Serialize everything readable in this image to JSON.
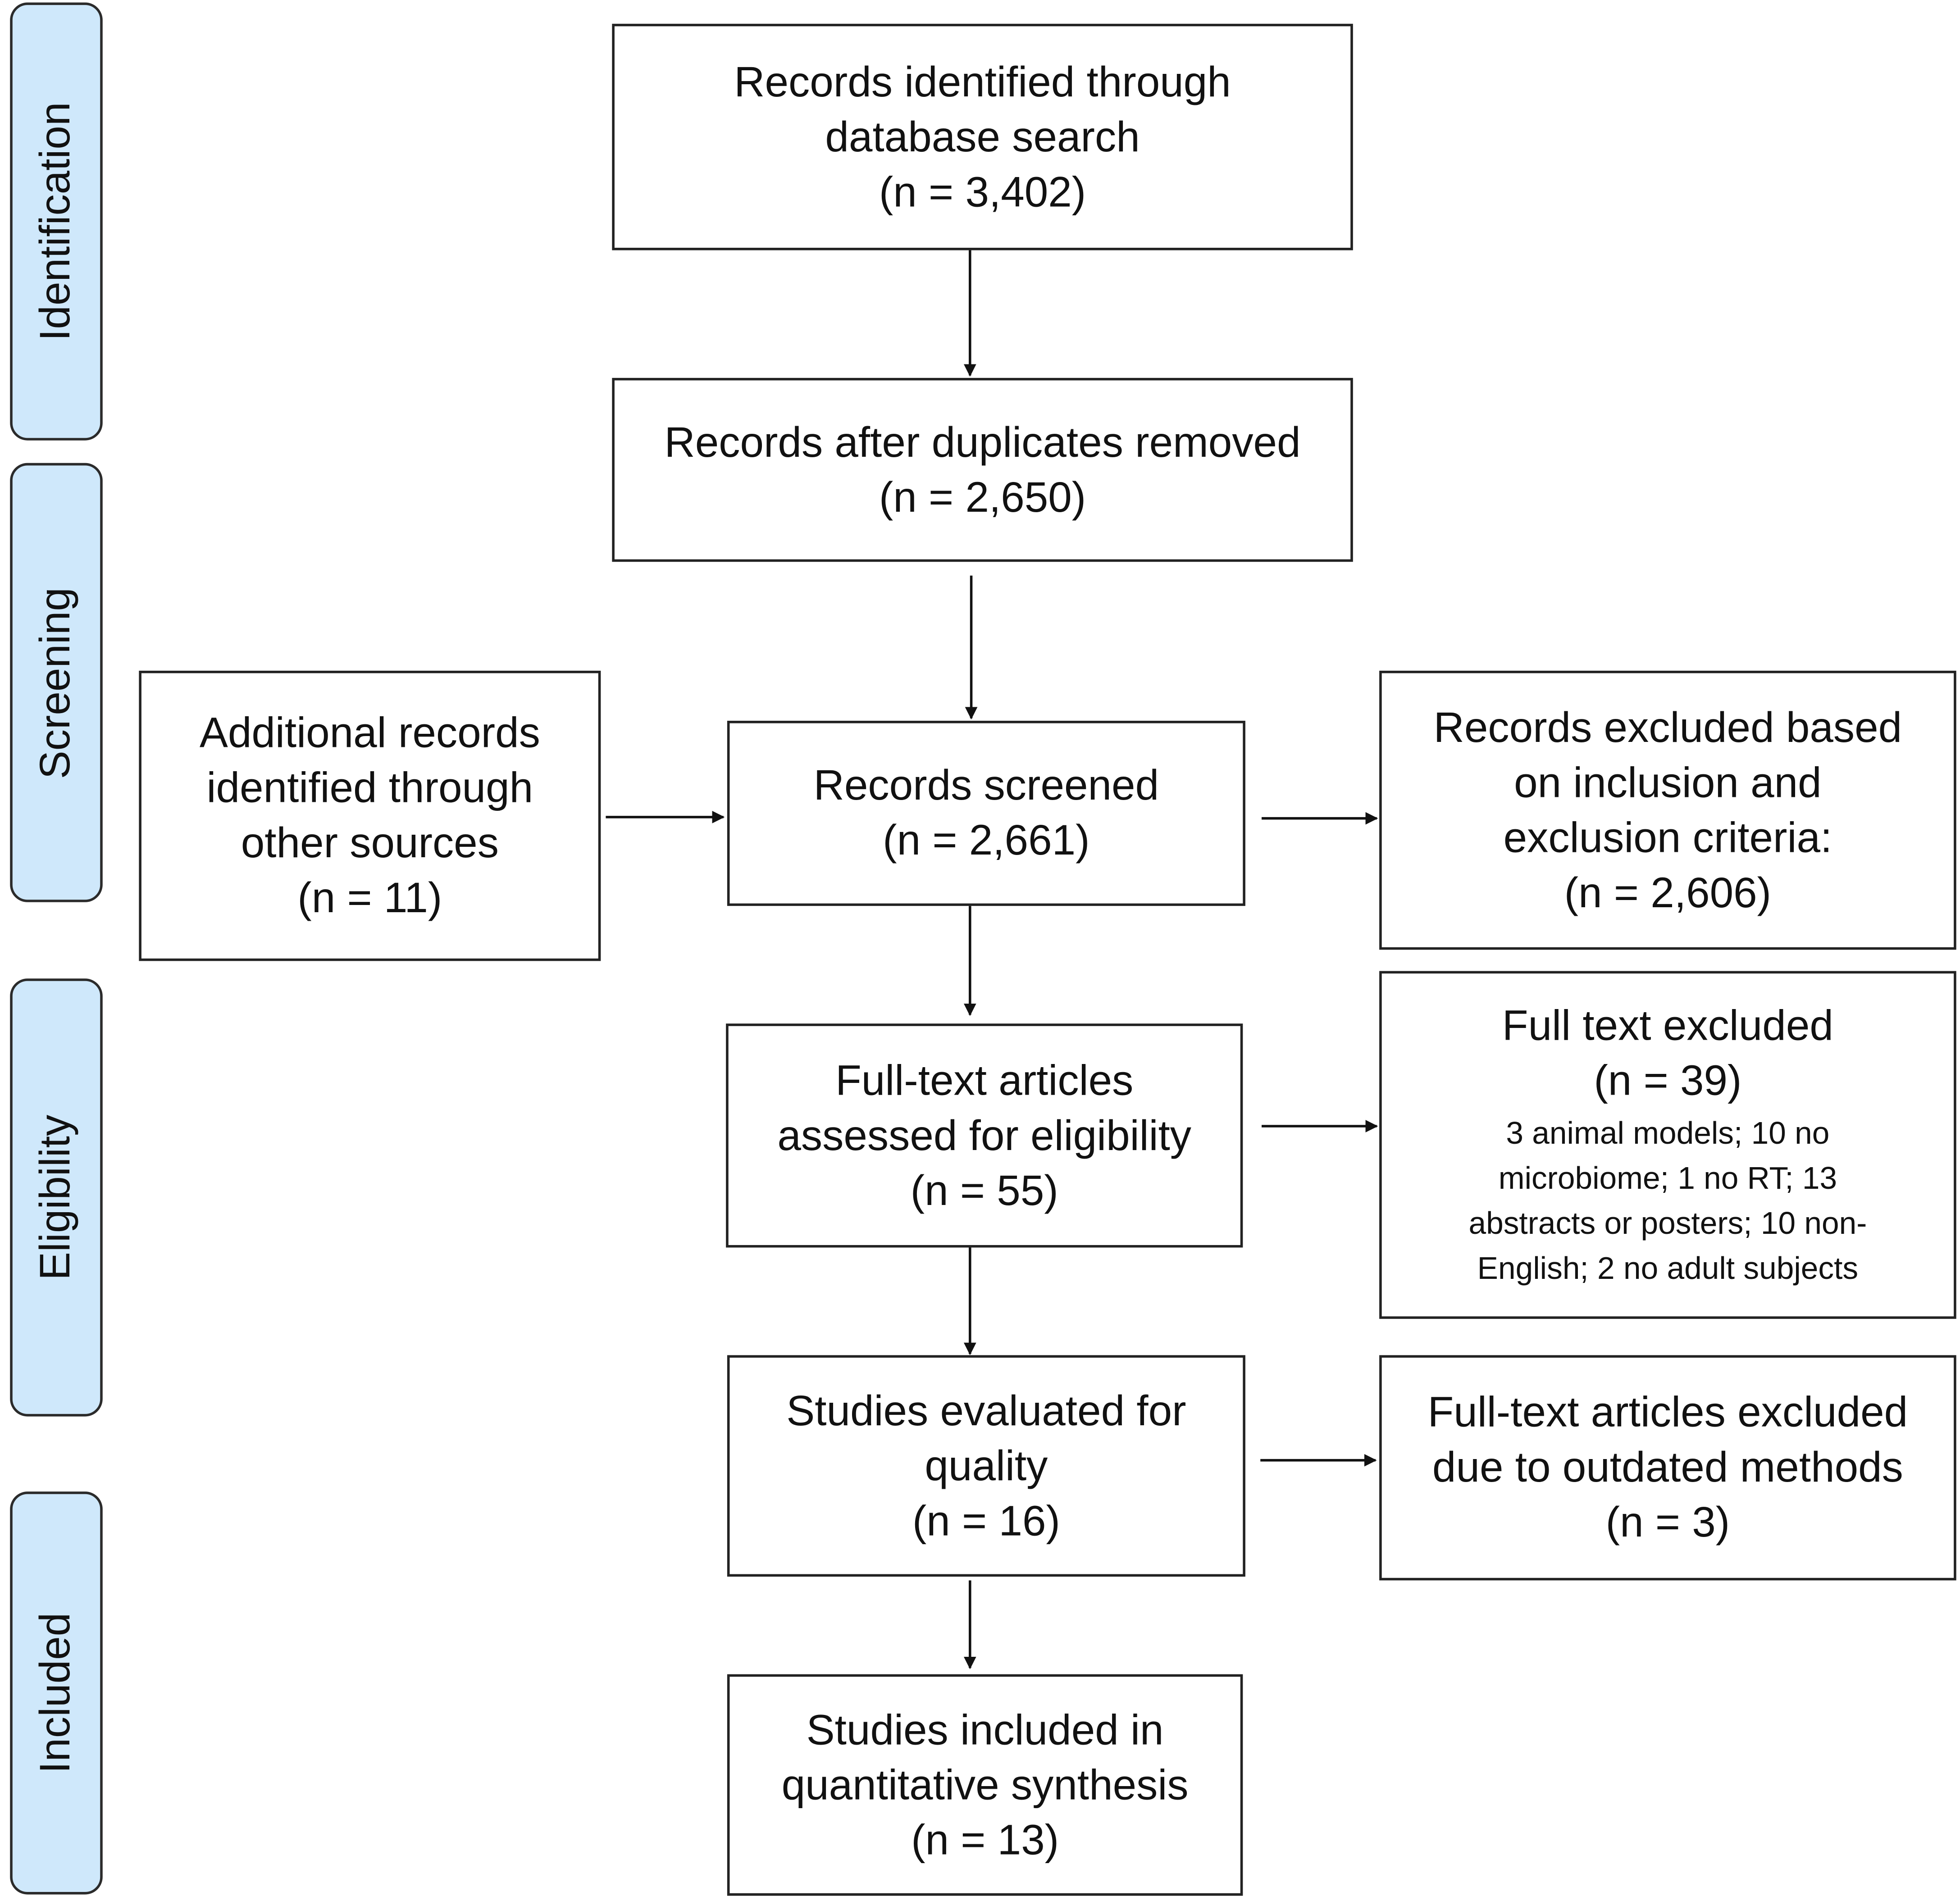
{
  "phases": {
    "identification": "Identification",
    "screening": "Screening",
    "eligibility": "Eligibility",
    "included": "Included"
  },
  "boxes": {
    "identified": {
      "lines": [
        "Records identified through",
        "database search"
      ],
      "n": "(n = 3,402)"
    },
    "after_duplicates": {
      "lines": [
        "Records after duplicates removed"
      ],
      "n": "(n = 2,650)"
    },
    "additional": {
      "lines": [
        "Additional records",
        "identified through",
        "other sources"
      ],
      "n": "(n = 11)"
    },
    "screened": {
      "lines": [
        "Records screened"
      ],
      "n": "(n = 2,661)"
    },
    "excluded_criteria": {
      "lines": [
        "Records excluded based",
        "on inclusion and",
        "exclusion criteria:"
      ],
      "n": "(n = 2,606)"
    },
    "full_text": {
      "lines": [
        "Full-text articles",
        "assessed for eligibility"
      ],
      "n": "(n = 55)"
    },
    "full_text_excluded": {
      "lines": [
        "Full text excluded"
      ],
      "n": "(n = 39)",
      "details": [
        "3 animal models; 10 no",
        "microbiome; 1 no RT; 13",
        "abstracts or posters; 10 non-",
        "English; 2 no adult subjects"
      ]
    },
    "quality": {
      "lines": [
        "Studies evaluated for",
        "quality"
      ],
      "n": "(n = 16)"
    },
    "outdated": {
      "lines": [
        "Full-text articles excluded",
        "due to outdated methods"
      ],
      "n": "(n = 3)"
    },
    "included": {
      "lines": [
        "Studies included in",
        "quantitative synthesis"
      ],
      "n": "(n = 13)"
    }
  }
}
